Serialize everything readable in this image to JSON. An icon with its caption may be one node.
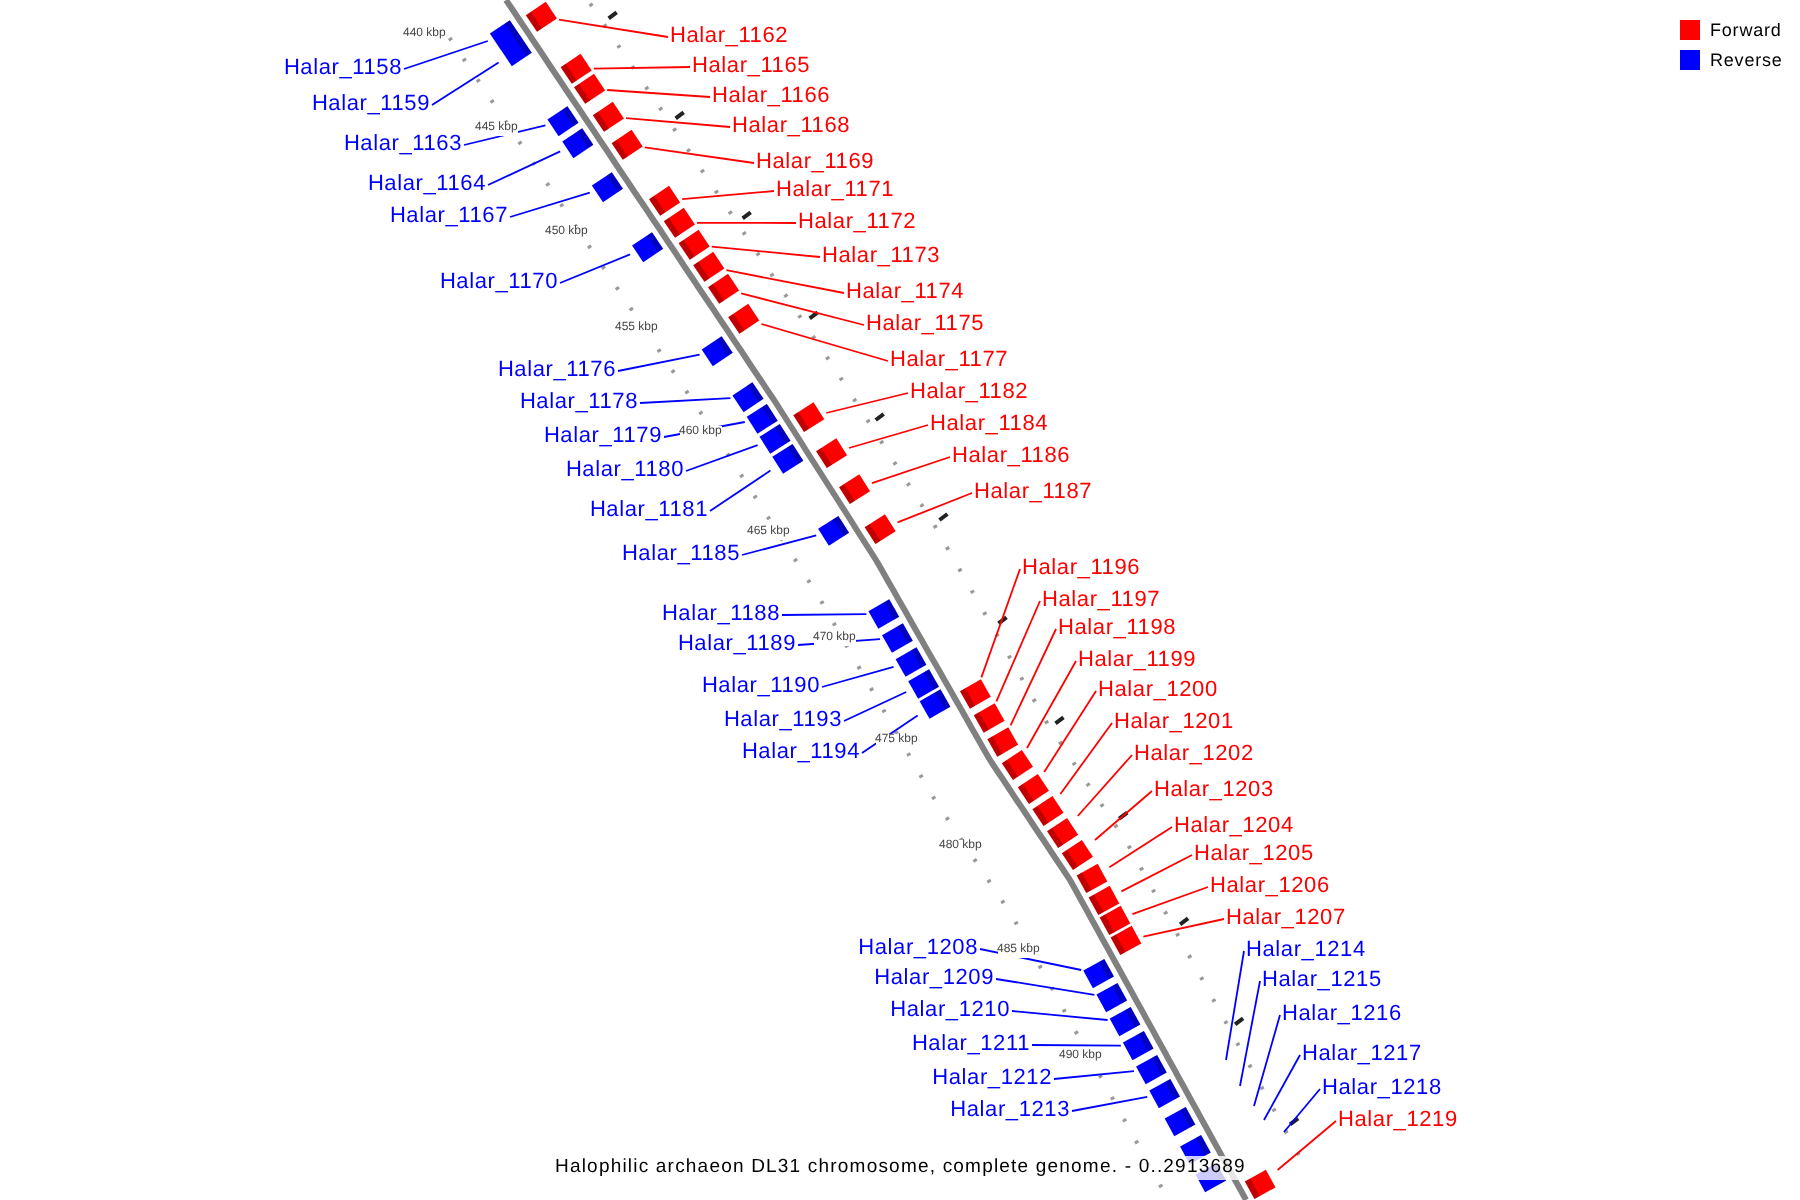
{
  "diagram": {
    "caption": "Halophilic archaeon DL31 chromosome, complete genome. - 0..2913689",
    "nodes": [
      {
        "text": [
          "Halar_1158"
        ]
      },
      {
        "text": [
          "Halar_1159"
        ]
      },
      {
        "text": [
          "Halar_1162"
        ]
      },
      {
        "text": [
          "Halar_1163"
        ]
      },
      {
        "text": [
          "Halar_1164"
        ]
      },
      {
        "text": [
          "Halar_1165"
        ]
      },
      {
        "text": [
          "Halar_1166"
        ]
      },
      {
        "text": [
          "Halar_1167"
        ]
      },
      {
        "text": [
          "Halar_1168"
        ]
      },
      {
        "text": [
          "Halar_1169"
        ]
      },
      {
        "text": [
          "Halar_1170"
        ]
      },
      {
        "text": [
          "Halar_1171"
        ]
      },
      {
        "text": [
          "Halar_1172"
        ]
      },
      {
        "text": [
          "Halar_1173"
        ]
      },
      {
        "text": [
          "Halar_1174"
        ]
      },
      {
        "text": [
          "Halar_1175"
        ]
      },
      {
        "text": [
          "Halar_1176"
        ]
      },
      {
        "text": [
          "Halar_1177"
        ]
      },
      {
        "text": [
          "Halar_1178"
        ]
      },
      {
        "text": [
          "Halar_1179"
        ]
      },
      {
        "text": [
          "Halar_1180"
        ]
      },
      {
        "text": [
          "Halar_1181"
        ]
      },
      {
        "text": [
          "Halar_1182"
        ]
      },
      {
        "text": [
          "Halar_1184"
        ]
      },
      {
        "text": [
          "Halar_1185"
        ]
      },
      {
        "text": [
          "Halar_1186"
        ]
      },
      {
        "text": [
          "Halar_1187"
        ]
      },
      {
        "text": [
          "Halar_1188"
        ]
      },
      {
        "text": [
          "Halar_1189"
        ]
      },
      {
        "text": [
          "Halar_1190"
        ]
      },
      {
        "text": [
          "Halar_1193"
        ]
      },
      {
        "text": [
          "Halar_1194"
        ]
      },
      {
        "text": [
          "Halar_1196"
        ]
      },
      {
        "text": [
          "Halar_1197"
        ]
      },
      {
        "text": [
          "Halar_1198"
        ]
      },
      {
        "text": [
          "Halar_1199"
        ]
      },
      {
        "text": [
          "Halar_1200"
        ]
      },
      {
        "text": [
          "Halar_1201"
        ]
      },
      {
        "text": [
          "Halar_1202"
        ]
      },
      {
        "text": [
          "Halar_1203"
        ]
      },
      {
        "text": [
          "Halar_1204"
        ]
      },
      {
        "text": [
          "Halar_1205"
        ]
      },
      {
        "text": [
          "Halar_1206"
        ]
      },
      {
        "text": [
          "Halar_1207"
        ]
      },
      {
        "text": [
          "Halar_1208"
        ]
      },
      {
        "text": [
          "Halar_1209"
        ]
      },
      {
        "text": [
          "Halar_1210"
        ]
      },
      {
        "text": [
          "Halar_1211"
        ]
      },
      {
        "text": [
          "Halar_1212"
        ]
      },
      {
        "text": [
          "Halar_1213"
        ]
      },
      {
        "text": [
          "Halar_1214"
        ]
      },
      {
        "text": [
          "Halar_1215"
        ]
      },
      {
        "text": [
          "Halar_1216"
        ]
      },
      {
        "text": [
          "Halar_1217"
        ]
      },
      {
        "text": [
          "Halar_1218"
        ]
      },
      {
        "text": [
          "Halar_1219"
        ]
      },
      {
        "text": [],
        "shape": "box"
      },
      {
        "text": [],
        "shape": "box"
      },
      {
        "text": [],
        "shape": "box"
      },
      {
        "text": [],
        "shape": "box"
      },
      {
        "text": [],
        "shape": "box"
      },
      {
        "text": [],
        "shape": "box"
      },
      {
        "text": [],
        "shape": "box"
      },
      {
        "text": [],
        "shape": "box"
      },
      {
        "text": [],
        "shape": "box"
      },
      {
        "text": [],
        "shape": "box"
      },
      {
        "text": [],
        "shape": "box"
      },
      {
        "text": [],
        "shape": "box"
      },
      {
        "text": [],
        "shape": "box"
      },
      {
        "text": [],
        "shape": "box"
      },
      {
        "text": [],
        "shape": "box"
      },
      {
        "text": [],
        "shape": "box"
      },
      {
        "text": [],
        "shape": "box"
      },
      {
        "text": [],
        "shape": "box"
      },
      {
        "text": [],
        "shape": "box"
      },
      {
        "text": [],
        "shape": "box"
      },
      {
        "text": [],
        "shape": "box"
      },
      {
        "text": [],
        "shape": "box"
      },
      {
        "text": [],
        "shape": "box"
      },
      {
        "text": [],
        "shape": "box"
      },
      {
        "text": [],
        "shape": "box"
      },
      {
        "text": [],
        "shape": "box"
      },
      {
        "text": [],
        "shape": "box"
      },
      {
        "text": [],
        "shape": "box"
      },
      {
        "text": [],
        "shape": "box"
      },
      {
        "text": [],
        "shape": "box"
      },
      {
        "text": [],
        "shape": "box"
      },
      {
        "text": [],
        "shape": "box"
      },
      {
        "text": [],
        "shape": "box"
      },
      {
        "text": [],
        "shape": "box"
      },
      {
        "text": [],
        "shape": "box"
      },
      {
        "text": [],
        "shape": "box"
      },
      {
        "text": [],
        "shape": "box"
      },
      {
        "text": [],
        "shape": "box"
      },
      {
        "text": [],
        "shape": "box"
      },
      {
        "text": [],
        "shape": "box"
      },
      {
        "text": [],
        "shape": "box"
      },
      {
        "text": [],
        "shape": "box"
      },
      {
        "text": [],
        "shape": "box"
      },
      {
        "text": [],
        "shape": "box"
      },
      {
        "text": [],
        "shape": "box"
      },
      {
        "text": [],
        "shape": "box"
      },
      {
        "text": [],
        "shape": "box"
      },
      {
        "text": [],
        "shape": "box"
      },
      {
        "text": [],
        "shape": "box"
      },
      {
        "text": [],
        "shape": "box"
      },
      {
        "text": [],
        "shape": "box"
      },
      {
        "text": [],
        "shape": "box"
      },
      {
        "text": [],
        "shape": "box"
      },
      {
        "text": [],
        "shape": "box"
      }
    ],
    "edges": [
      {
        "from": 0,
        "to": 56,
        "arrow": "none",
        "color": "#0000ff"
      },
      {
        "from": 1,
        "to": 57,
        "arrow": "none",
        "color": "#0000ff"
      },
      {
        "from": 2,
        "to": 58,
        "arrow": "none",
        "color": "#ff0000"
      },
      {
        "from": 3,
        "to": 59,
        "arrow": "none",
        "color": "#0000ff"
      },
      {
        "from": 4,
        "to": 60,
        "arrow": "none",
        "color": "#0000ff"
      },
      {
        "from": 5,
        "to": 61,
        "arrow": "none",
        "color": "#ff0000"
      },
      {
        "from": 6,
        "to": 62,
        "arrow": "none",
        "color": "#ff0000"
      },
      {
        "from": 7,
        "to": 63,
        "arrow": "none",
        "color": "#0000ff"
      },
      {
        "from": 8,
        "to": 64,
        "arrow": "none",
        "color": "#ff0000"
      },
      {
        "from": 9,
        "to": 65,
        "arrow": "none",
        "color": "#ff0000"
      },
      {
        "from": 10,
        "to": 66,
        "arrow": "none",
        "color": "#0000ff"
      },
      {
        "from": 11,
        "to": 67,
        "arrow": "none",
        "color": "#ff0000"
      },
      {
        "from": 12,
        "to": 68,
        "arrow": "none",
        "color": "#ff0000"
      },
      {
        "from": 13,
        "to": 69,
        "arrow": "none",
        "color": "#ff0000"
      },
      {
        "from": 14,
        "to": 70,
        "arrow": "none",
        "color": "#ff0000"
      },
      {
        "from": 15,
        "to": 71,
        "arrow": "none",
        "color": "#ff0000"
      },
      {
        "from": 16,
        "to": 72,
        "arrow": "none",
        "color": "#0000ff"
      },
      {
        "from": 17,
        "to": 73,
        "arrow": "none",
        "color": "#ff0000"
      },
      {
        "from": 18,
        "to": 74,
        "arrow": "none",
        "color": "#0000ff"
      },
      {
        "from": 19,
        "to": 75,
        "arrow": "none",
        "color": "#0000ff"
      },
      {
        "from": 20,
        "to": 76,
        "arrow": "none",
        "color": "#0000ff"
      },
      {
        "from": 21,
        "to": 77,
        "arrow": "none",
        "color": "#0000ff"
      },
      {
        "from": 22,
        "to": 78,
        "arrow": "none",
        "color": "#ff0000"
      },
      {
        "from": 23,
        "to": 79,
        "arrow": "none",
        "color": "#ff0000"
      },
      {
        "from": 24,
        "to": 80,
        "arrow": "none",
        "color": "#0000ff"
      },
      {
        "from": 25,
        "to": 81,
        "arrow": "none",
        "color": "#ff0000"
      },
      {
        "from": 26,
        "to": 82,
        "arrow": "none",
        "color": "#ff0000"
      },
      {
        "from": 27,
        "to": 83,
        "arrow": "none",
        "color": "#0000ff"
      },
      {
        "from": 28,
        "to": 84,
        "arrow": "none",
        "color": "#0000ff"
      },
      {
        "from": 29,
        "to": 85,
        "arrow": "none",
        "color": "#0000ff"
      },
      {
        "from": 30,
        "to": 86,
        "arrow": "none",
        "color": "#0000ff"
      },
      {
        "from": 31,
        "to": 87,
        "arrow": "none",
        "color": "#0000ff"
      },
      {
        "from": 32,
        "to": 88,
        "arrow": "none",
        "color": "#ff0000"
      },
      {
        "from": 33,
        "to": 89,
        "arrow": "none",
        "color": "#ff0000"
      },
      {
        "from": 34,
        "to": 90,
        "arrow": "none",
        "color": "#ff0000"
      },
      {
        "from": 35,
        "to": 91,
        "arrow": "none",
        "color": "#ff0000"
      },
      {
        "from": 36,
        "to": 92,
        "arrow": "none",
        "color": "#ff0000"
      },
      {
        "from": 37,
        "to": 93,
        "arrow": "none",
        "color": "#ff0000"
      },
      {
        "from": 38,
        "to": 94,
        "arrow": "none",
        "color": "#ff0000"
      },
      {
        "from": 39,
        "to": 95,
        "arrow": "none",
        "color": "#ff0000"
      },
      {
        "from": 40,
        "to": 96,
        "arrow": "none",
        "color": "#ff0000"
      },
      {
        "from": 41,
        "to": 97,
        "arrow": "none",
        "color": "#ff0000"
      },
      {
        "from": 42,
        "to": 98,
        "arrow": "none",
        "color": "#ff0000"
      },
      {
        "from": 43,
        "to": 99,
        "arrow": "none",
        "color": "#ff0000"
      },
      {
        "from": 44,
        "to": 100,
        "arrow": "none",
        "color": "#0000ff"
      },
      {
        "from": 45,
        "to": 101,
        "arrow": "none",
        "color": "#0000ff"
      },
      {
        "from": 46,
        "to": 102,
        "arrow": "none",
        "color": "#0000ff"
      },
      {
        "from": 47,
        "to": 103,
        "arrow": "none",
        "color": "#0000ff"
      },
      {
        "from": 48,
        "to": 104,
        "arrow": "none",
        "color": "#0000ff"
      },
      {
        "from": 49,
        "to": 105,
        "arrow": "none",
        "color": "#0000ff"
      },
      {
        "from": 50,
        "to": null,
        "arrow": "none",
        "color": "#0000ff"
      },
      {
        "from": 51,
        "to": null,
        "arrow": "none",
        "color": "#0000ff"
      },
      {
        "from": 52,
        "to": null,
        "arrow": "none",
        "color": "#0000ff"
      },
      {
        "from": 53,
        "to": null,
        "arrow": "none",
        "color": "#0000ff"
      },
      {
        "from": 54,
        "to": null,
        "arrow": "none",
        "color": "#0000ff"
      },
      {
        "from": 55,
        "to": 106,
        "arrow": "none",
        "color": "#ff0000"
      }
    ],
    "labels": [
      "440 kbp",
      "445 kbp",
      "450 kbp",
      "455 kbp",
      "460 kbp",
      "465 kbp",
      "470 kbp",
      "475 kbp",
      "480 kbp",
      "485 kbp",
      "490 kbp"
    ],
    "legend": [
      {
        "text": "Forward",
        "color": "#ff0000"
      },
      {
        "text": "Reverse",
        "color": "#0000ff"
      }
    ]
  }
}
